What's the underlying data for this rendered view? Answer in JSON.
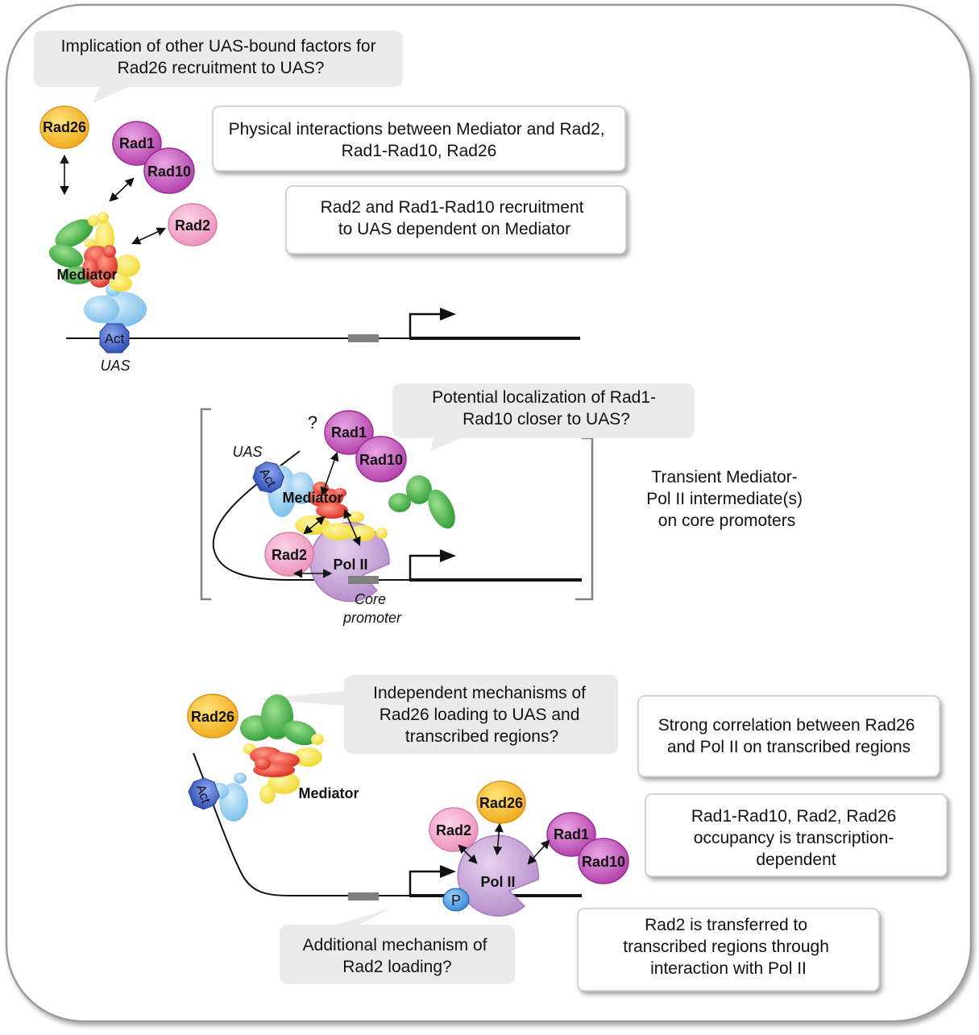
{
  "callouts": {
    "top_question": [
      "Implication of other UAS-bound factors for",
      "Rad26 recruitment to UAS?"
    ],
    "mid_question": [
      "Potential localization of Rad1-",
      "Rad10 closer to UAS?"
    ],
    "bottom_question": [
      "Independent mechanisms of",
      "Rad26 loading to UAS and",
      "transcribed regions?"
    ],
    "rad2_question": [
      "Additional mechanism of",
      "Rad2 loading?"
    ]
  },
  "boxes": {
    "physical": [
      "Physical interactions between Mediator and Rad2,",
      "Rad1-Rad10, Rad26"
    ],
    "recruitment": [
      "Rad2 and Rad1-Rad10 recruitment",
      "to UAS dependent on Mediator"
    ],
    "correlation": [
      "Strong correlation between Rad26",
      "and Pol II on transcribed regions"
    ],
    "occupancy": [
      "Rad1-Rad10, Rad2, Rad26",
      "occupancy is transcription-",
      "dependent"
    ],
    "transfer": [
      "Rad2 is transferred to",
      "transcribed regions through",
      "interaction with Pol II"
    ]
  },
  "transient_text": [
    "Transient Mediator-",
    "Pol II intermediate(s)",
    "on core promoters"
  ],
  "labels": {
    "rad26": "Rad26",
    "rad1": "Rad1",
    "rad10": "Rad10",
    "rad2": "Rad2",
    "mediator": "Mediator",
    "act": "Act",
    "uas": "UAS",
    "pol2": "Pol II",
    "core1": "Core",
    "core2": "promoter",
    "question_mark": "?",
    "p": "P"
  },
  "colors": {
    "rad26": "#f5b82e",
    "rad1_rad10": "#c85cc0",
    "rad2": "#f0a6c8",
    "pol2": "#c9a6d8",
    "act": "#3a5bc4",
    "mediator_green": "#4caf45",
    "mediator_red": "#e8402f",
    "mediator_yellow": "#f5e04a",
    "mediator_blue": "#8cc8ec"
  }
}
